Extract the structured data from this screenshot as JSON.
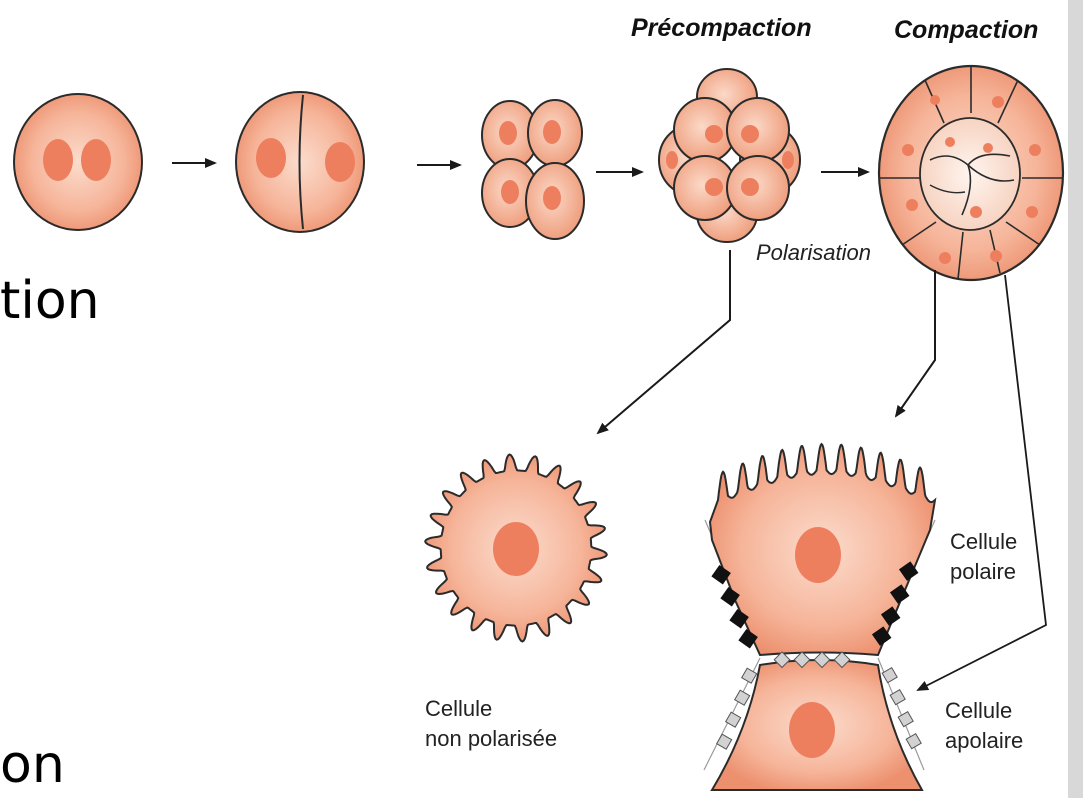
{
  "slide_text": {
    "fragment_top": "tion",
    "fragment_bottom": "on"
  },
  "stages": {
    "precompaction": "Précompaction",
    "compaction": "Compaction"
  },
  "labels": {
    "polarisation": "Polarisation",
    "non_polarized_line1": "Cellule",
    "non_polarized_line2": "non polarisée",
    "polar_line1": "Cellule",
    "polar_line2": "polaire",
    "apolar_line1": "Cellule",
    "apolar_line2": "apolaire"
  },
  "colors": {
    "cell_fill": "#f4b49a",
    "cell_edge": "#e8906e",
    "nucleus": "#ee7f5e",
    "outline": "#2b2b2b",
    "inner_cell_fill": "#fbe6dc"
  }
}
